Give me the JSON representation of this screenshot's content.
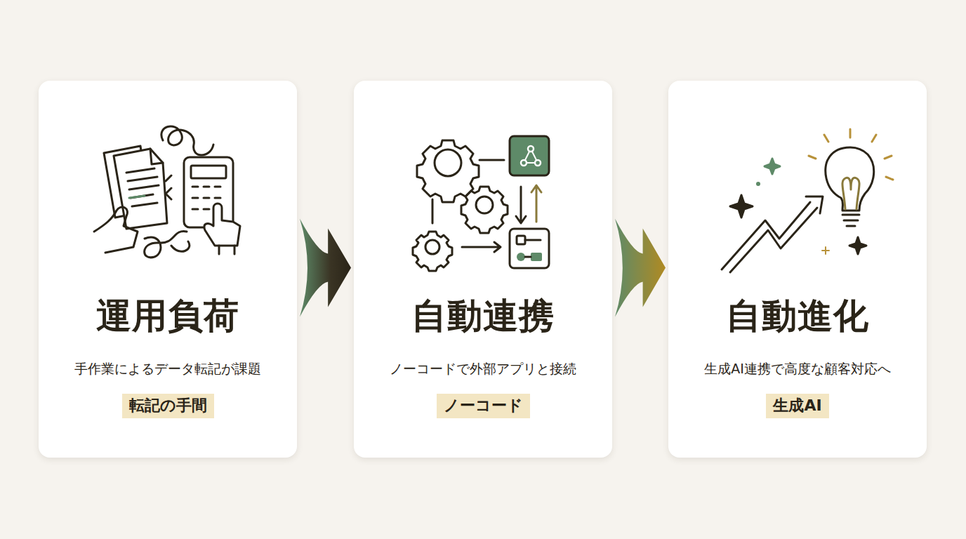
{
  "diagram": {
    "nodes": [
      {
        "text": [
          "運用負荷",
          "手作業によるデータ転記が課題",
          "転記の手間"
        ]
      },
      {
        "text": [
          "自動連携",
          "ノーコードで外部アプリと接続",
          "ノーコード"
        ]
      },
      {
        "text": [
          "自動進化",
          "生成AI連携で高度な顧客対応へ",
          "生成AI"
        ]
      }
    ],
    "edges": [
      {
        "from": 0,
        "to": 1,
        "arrow": "to"
      },
      {
        "from": 1,
        "to": 2,
        "arrow": "to"
      }
    ]
  }
}
